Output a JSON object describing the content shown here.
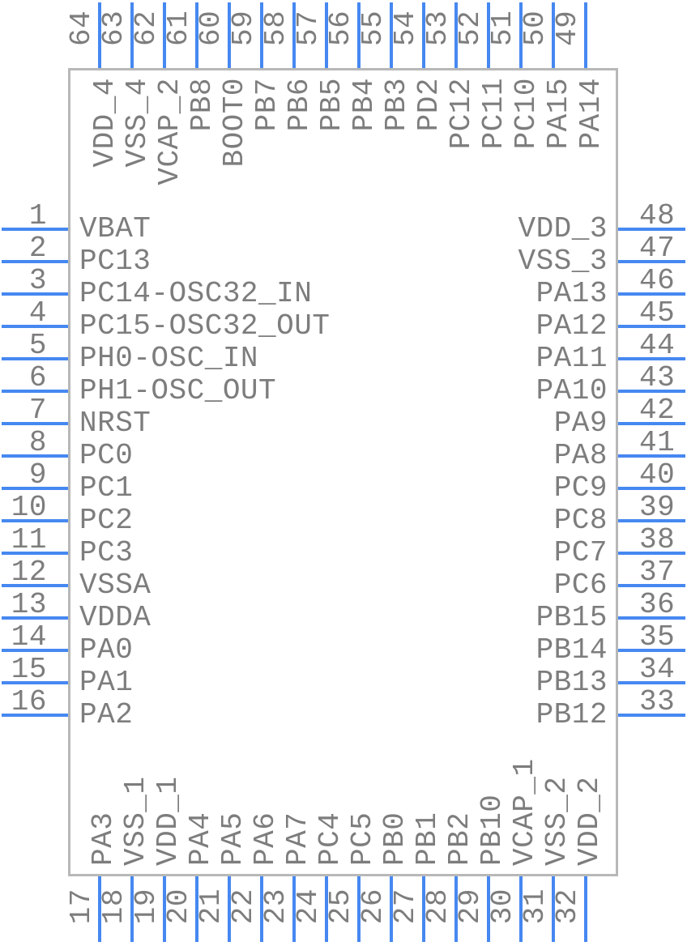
{
  "colors": {
    "pin_line": "#4688f1",
    "text": "#7d7d7d",
    "body_border": "#b8b8b8",
    "body_fill": "#ffffff"
  },
  "pins": {
    "top": [
      {
        "num": "64",
        "label": "VDD_4"
      },
      {
        "num": "63",
        "label": "VSS_4"
      },
      {
        "num": "62",
        "label": "VCAP_2"
      },
      {
        "num": "61",
        "label": "PB8"
      },
      {
        "num": "60",
        "label": "BOOT0"
      },
      {
        "num": "59",
        "label": "PB7"
      },
      {
        "num": "58",
        "label": "PB6"
      },
      {
        "num": "57",
        "label": "PB5"
      },
      {
        "num": "56",
        "label": "PB4"
      },
      {
        "num": "55",
        "label": "PB3"
      },
      {
        "num": "54",
        "label": "PD2"
      },
      {
        "num": "53",
        "label": "PC12"
      },
      {
        "num": "52",
        "label": "PC11"
      },
      {
        "num": "51",
        "label": "PC10"
      },
      {
        "num": "50",
        "label": "PA15"
      },
      {
        "num": "49",
        "label": "PA14"
      }
    ],
    "left": [
      {
        "num": "1",
        "label": "VBAT"
      },
      {
        "num": "2",
        "label": "PC13"
      },
      {
        "num": "3",
        "label": "PC14-OSC32_IN"
      },
      {
        "num": "4",
        "label": "PC15-OSC32_OUT"
      },
      {
        "num": "5",
        "label": "PH0-OSC_IN"
      },
      {
        "num": "6",
        "label": "PH1-OSC_OUT"
      },
      {
        "num": "7",
        "label": "NRST"
      },
      {
        "num": "8",
        "label": "PC0"
      },
      {
        "num": "9",
        "label": "PC1"
      },
      {
        "num": "10",
        "label": "PC2"
      },
      {
        "num": "11",
        "label": "PC3"
      },
      {
        "num": "12",
        "label": "VSSA"
      },
      {
        "num": "13",
        "label": "VDDA"
      },
      {
        "num": "14",
        "label": "PA0"
      },
      {
        "num": "15",
        "label": "PA1"
      },
      {
        "num": "16",
        "label": "PA2"
      }
    ],
    "right": [
      {
        "num": "48",
        "label": "VDD_3"
      },
      {
        "num": "47",
        "label": "VSS_3"
      },
      {
        "num": "46",
        "label": "PA13"
      },
      {
        "num": "45",
        "label": "PA12"
      },
      {
        "num": "44",
        "label": "PA11"
      },
      {
        "num": "43",
        "label": "PA10"
      },
      {
        "num": "42",
        "label": "PA9"
      },
      {
        "num": "41",
        "label": "PA8"
      },
      {
        "num": "40",
        "label": "PC9"
      },
      {
        "num": "39",
        "label": "PC8"
      },
      {
        "num": "38",
        "label": "PC7"
      },
      {
        "num": "37",
        "label": "PC6"
      },
      {
        "num": "36",
        "label": "PB15"
      },
      {
        "num": "35",
        "label": "PB14"
      },
      {
        "num": "34",
        "label": "PB13"
      },
      {
        "num": "33",
        "label": "PB12"
      }
    ],
    "bottom": [
      {
        "num": "17",
        "label": "PA3"
      },
      {
        "num": "18",
        "label": "VSS_1"
      },
      {
        "num": "19",
        "label": "VDD_1"
      },
      {
        "num": "20",
        "label": "PA4"
      },
      {
        "num": "21",
        "label": "PA5"
      },
      {
        "num": "22",
        "label": "PA6"
      },
      {
        "num": "23",
        "label": "PA7"
      },
      {
        "num": "24",
        "label": "PC4"
      },
      {
        "num": "25",
        "label": "PC5"
      },
      {
        "num": "26",
        "label": "PB0"
      },
      {
        "num": "27",
        "label": "PB1"
      },
      {
        "num": "28",
        "label": "PB2"
      },
      {
        "num": "29",
        "label": "PB10"
      },
      {
        "num": "30",
        "label": "VCAP_1"
      },
      {
        "num": "31",
        "label": "VSS_2"
      },
      {
        "num": "32",
        "label": "VDD_2"
      }
    ]
  }
}
